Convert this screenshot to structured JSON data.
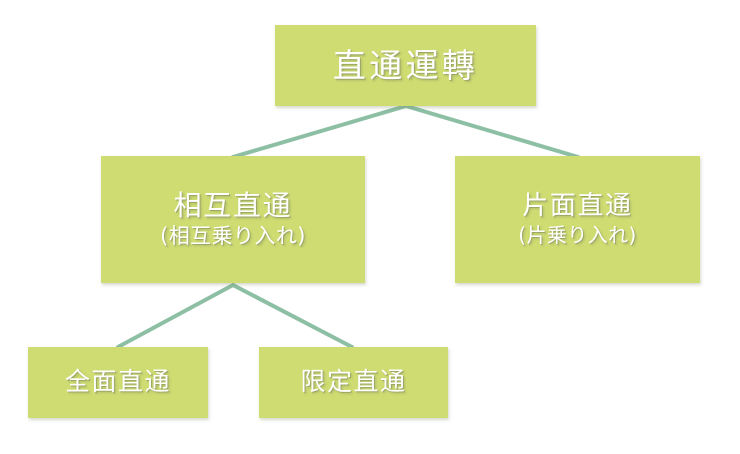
{
  "diagram": {
    "type": "hierarchy-tree",
    "palette": {
      "box_fill": "#cfdc72",
      "box_text": "#ffffff",
      "connector": "#8cbfa3",
      "background": "#ffffff"
    },
    "nodes": {
      "root": {
        "title": "直通運轉",
        "subtitle": ""
      },
      "mutual": {
        "title": "相互直通",
        "subtitle": "(相互乗り入れ)"
      },
      "oneside": {
        "title": "片面直通",
        "subtitle": "(片乗り入れ)"
      },
      "full": {
        "title": "全面直通",
        "subtitle": ""
      },
      "limited": {
        "title": "限定直通",
        "subtitle": ""
      }
    },
    "connectors": [
      {
        "name": "root-to-mutual",
        "from": "root",
        "to": "mutual"
      },
      {
        "name": "root-to-oneside",
        "from": "root",
        "to": "oneside"
      },
      {
        "name": "mutual-to-full",
        "from": "mutual",
        "to": "full"
      },
      {
        "name": "mutual-to-limited",
        "from": "mutual",
        "to": "limited"
      }
    ]
  }
}
